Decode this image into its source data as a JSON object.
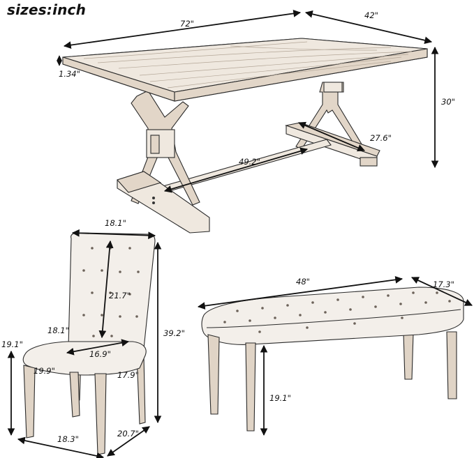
{
  "title": "sizes:inch",
  "table": {
    "length": "72\"",
    "width": "42\"",
    "top_thickness": "1.34\"",
    "height": "30\"",
    "base_depth": "27.6\"",
    "stretcher_length": "49.2\""
  },
  "chair": {
    "back_width": "18.1\"",
    "back_height": "21.7\"",
    "seat_depth_upper": "18.1\"",
    "seat_width_inner": "16.9\"",
    "seat_height": "19.1\"",
    "seat_front_width": "19.9\"",
    "seat_side_depth": "17.9\"",
    "total_height": "39.2\"",
    "base_width": "18.3\"",
    "base_depth": "20.7\""
  },
  "bench": {
    "length": "48\"",
    "depth": "17.3\"",
    "height": "19.1\""
  }
}
